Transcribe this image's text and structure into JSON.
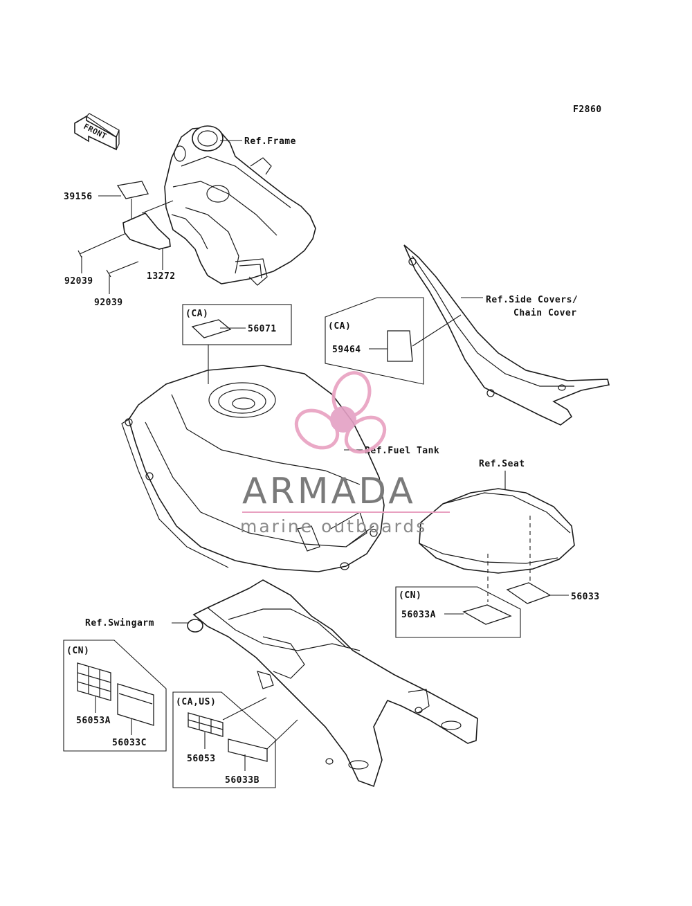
{
  "figure_code": "F2860",
  "front_arrow": "FRONT",
  "labels": {
    "ref_frame": "Ref.Frame",
    "ref_side_covers_1": "Ref.Side Covers/",
    "ref_side_covers_2": "Chain Cover",
    "ref_fuel_tank": "Ref.Fuel Tank",
    "ref_seat": "Ref.Seat",
    "ref_swingarm": "Ref.Swingarm"
  },
  "parts": {
    "p39156": "39156",
    "p92039_a": "92039",
    "p92039_b": "92039",
    "p13272": "13272",
    "p56071": "56071",
    "p59464": "59464",
    "p56033": "56033",
    "p56033a": "56033A",
    "p56053a": "56053A",
    "p56033c": "56033C",
    "p56053": "56053",
    "p56033b": "56033B"
  },
  "region_tags": {
    "ca_tank": "(CA)",
    "ca_cover": "(CA)",
    "cn_seat": "(CN)",
    "cn_swing": "(CN)",
    "ca_us": "(CA,US)"
  },
  "watermark": {
    "brand": "ARMADA",
    "tagline": "marine outboards",
    "colors": {
      "logo_pink": "#e8a0c0",
      "logo_pink_dark": "#e4a0c4",
      "text_gray": "#7a7a7a"
    }
  }
}
